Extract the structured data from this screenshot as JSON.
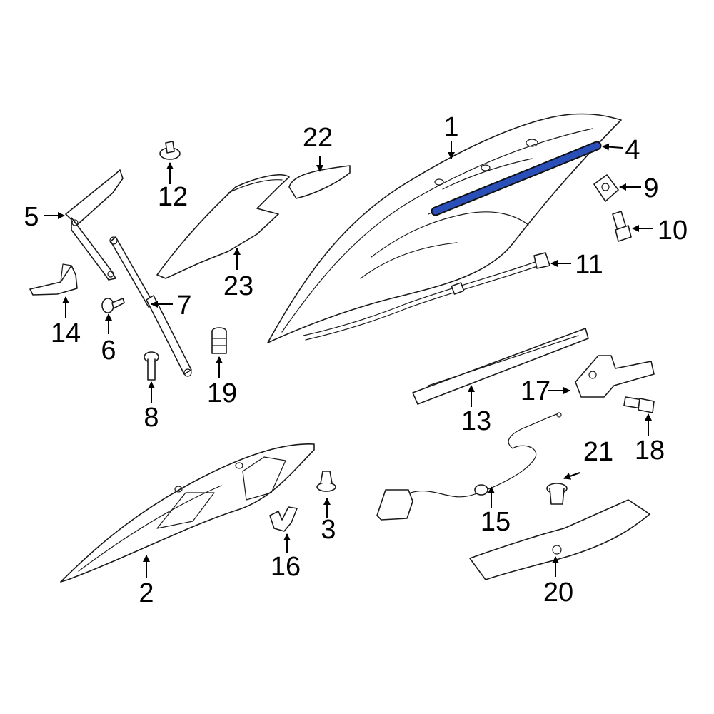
{
  "highlight_color": "#2a4fb8",
  "callouts": [
    {
      "id": "c1",
      "label": "1"
    },
    {
      "id": "c2",
      "label": "2"
    },
    {
      "id": "c3",
      "label": "3"
    },
    {
      "id": "c4",
      "label": "4"
    },
    {
      "id": "c5",
      "label": "5"
    },
    {
      "id": "c6",
      "label": "6"
    },
    {
      "id": "c7",
      "label": "7"
    },
    {
      "id": "c8",
      "label": "8"
    },
    {
      "id": "c9",
      "label": "9"
    },
    {
      "id": "c10",
      "label": "10"
    },
    {
      "id": "c11",
      "label": "11"
    },
    {
      "id": "c12",
      "label": "12"
    },
    {
      "id": "c13",
      "label": "13"
    },
    {
      "id": "c14",
      "label": "14"
    },
    {
      "id": "c15",
      "label": "15"
    },
    {
      "id": "c16",
      "label": "16"
    },
    {
      "id": "c17",
      "label": "17"
    },
    {
      "id": "c18",
      "label": "18"
    },
    {
      "id": "c19",
      "label": "19"
    },
    {
      "id": "c20",
      "label": "20"
    },
    {
      "id": "c21",
      "label": "21"
    },
    {
      "id": "c22",
      "label": "22"
    },
    {
      "id": "c23",
      "label": "23"
    }
  ]
}
